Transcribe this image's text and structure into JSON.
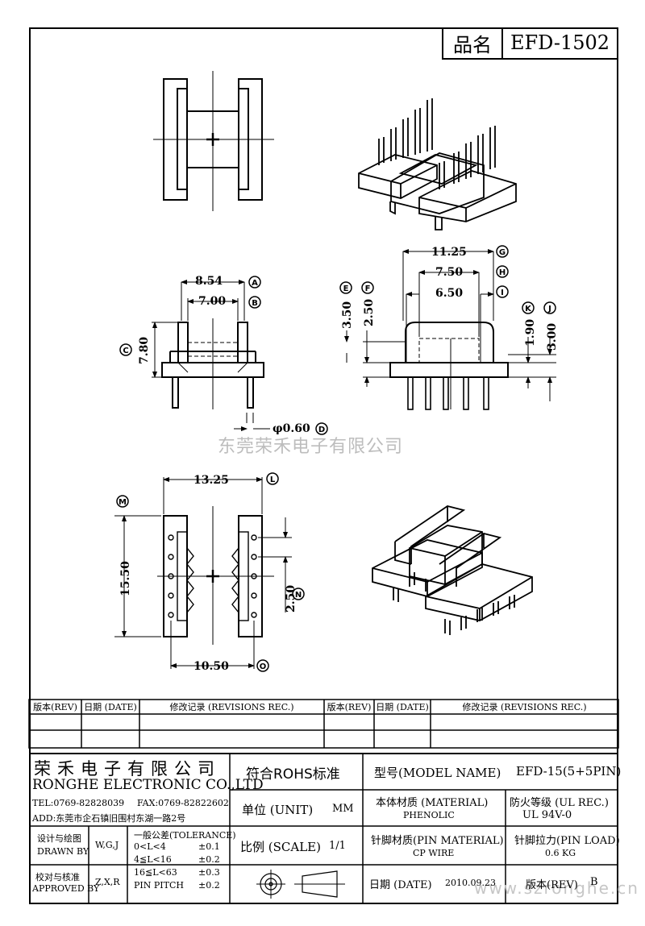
{
  "title_block": {
    "name_label": "品名",
    "model_code": "EFD-1502"
  },
  "dimensions": {
    "a": "8.54",
    "b": "7.00",
    "c": "7.80",
    "d": "φ0.60",
    "e": "3.50",
    "f": "2.50",
    "g": "11.25",
    "h": "7.50",
    "i": "6.50",
    "j": "3.00",
    "k": "1.90",
    "l": "13.25",
    "m": "15.50",
    "n": "2.50",
    "o": "10.50"
  },
  "markers": {
    "a": "A",
    "b": "B",
    "c": "C",
    "d": "D",
    "e": "E",
    "f": "F",
    "g": "G",
    "h": "H",
    "i": "I",
    "j": "J",
    "k": "K",
    "l": "L",
    "m": "M",
    "n": "N",
    "o": "O"
  },
  "watermark": "东莞荣禾电子有限公司",
  "watermark_url": "www.szronghe.cn",
  "revisions": {
    "headers": [
      "版本(REV)",
      "日期 (DATE)",
      "修改记录 (REVISIONS REC.)",
      "版本(REV)",
      "日期 (DATE)",
      "修改记录 (REVISIONS REC.)"
    ]
  },
  "company": {
    "name_cn": "荣禾电子有限公司",
    "name_en": "RONGHE ELECTRONIC CO.,LTD",
    "tel": "TEL:0769-82828039",
    "fax": "FAX:0769-82822602",
    "address": "ADD:东莞市企石镇旧围村东湖一路2号"
  },
  "rohs": "符合ROHS标准",
  "model": {
    "label": "型号(MODEL NAME)",
    "value": "EFD-15(5+5PIN)"
  },
  "unit": {
    "label": "单位 (UNIT)",
    "value": "MM"
  },
  "material": {
    "label": "本体材质 (MATERIAL)",
    "value": "PHENOLIC"
  },
  "flame": {
    "label": "防火等级 (UL REC.)",
    "value": "UL 94V-0"
  },
  "design": {
    "label_cn": "设计与绘图",
    "label_en": "DRAWN BY",
    "value": "W,G,J"
  },
  "tolerance": {
    "title": "一般公差(TOLERANCE)",
    "rows": [
      {
        "range": "0<L<4",
        "value": "±0.1"
      },
      {
        "range": "4≦L<16",
        "value": "±0.2"
      },
      {
        "range": "16≦L<63",
        "value": "±0.3"
      },
      {
        "range": "PIN PITCH",
        "value": "±0.2"
      }
    ]
  },
  "scale": {
    "label": "比例 (SCALE)",
    "value": "1/1"
  },
  "pin_material": {
    "label": "针脚材质(PIN MATERIAL)",
    "value": "CP WIRE"
  },
  "pin_load": {
    "label": "针脚拉力(PIN LOAD)",
    "value": "0.6 KG"
  },
  "approved": {
    "label_cn": "校对与核准",
    "label_en": "APPROVED BY",
    "value": "Z,X,R"
  },
  "date": {
    "label": "日期 (DATE)",
    "value": "2010.09.23"
  },
  "rev": {
    "label": "版本(REV)",
    "value": "B"
  }
}
